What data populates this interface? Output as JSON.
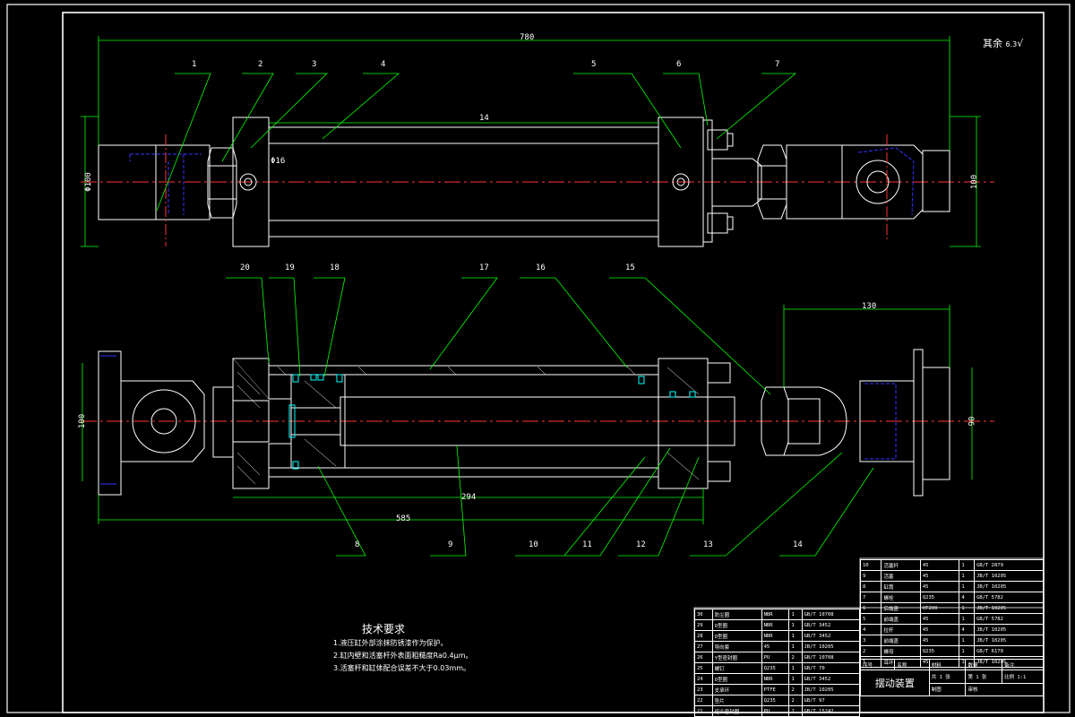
{
  "drawing": {
    "roughness_note": "其余",
    "roughness_value": "6.3",
    "top_view_dims": {
      "overall": "780",
      "left_height": "Φ100",
      "right_height": "100",
      "tube": "14",
      "pin": "Φ16"
    },
    "bottom_view_dims": {
      "right_length": "130",
      "left_height": "100",
      "right_height": "90",
      "inner_length": "294",
      "overall": "585"
    },
    "top_labels": [
      "1",
      "2",
      "3",
      "4",
      "5",
      "6",
      "7"
    ],
    "mid_labels": [
      "20",
      "19",
      "18",
      "17",
      "16",
      "15"
    ],
    "bottom_labels": [
      "8",
      "9",
      "10",
      "11",
      "12",
      "13",
      "14"
    ]
  },
  "tech_requirements": {
    "title": "技术要求",
    "lines": [
      "1.液压缸外部涂抹防锈漆作为保护。",
      "2.缸内壁和活塞杆外表面粗糙度Ra0.4μm。",
      "3.活塞杆和缸体配合误差不大于0.03mm。"
    ]
  },
  "bom_right": {
    "rows": [
      [
        "10",
        "活塞杆",
        "45",
        "1",
        "GB/T 2879"
      ],
      [
        "9",
        "活塞",
        "45",
        "1",
        "JB/T 10205"
      ],
      [
        "8",
        "缸筒",
        "45",
        "1",
        "JB/T 10205"
      ],
      [
        "7",
        "螺栓",
        "Q235",
        "4",
        "GB/T 5782"
      ],
      [
        "6",
        "后端盖",
        "HT200",
        "1",
        "JB/T 10205"
      ],
      [
        "5",
        "前端盖",
        "45",
        "1",
        "GB/T 5782"
      ],
      [
        "4",
        "拉杆",
        "45",
        "4",
        "JB/T 10205"
      ],
      [
        "3",
        "前端盖",
        "45",
        "1",
        "JB/T 10205"
      ],
      [
        "2",
        "螺母",
        "Q235",
        "1",
        "GB/T 6170"
      ],
      [
        "1",
        "耳环",
        "45",
        "1",
        "JB/T 10205"
      ]
    ]
  },
  "bom_left": {
    "rows": [
      [
        "30",
        "防尘圈",
        "NBR",
        "1",
        "GB/T 10708"
      ],
      [
        "29",
        "O型圈",
        "NBR",
        "1",
        "GB/T 3452"
      ],
      [
        "28",
        "O型圈",
        "NBR",
        "1",
        "GB/T 3452"
      ],
      [
        "27",
        "导向套",
        "45",
        "1",
        "JB/T 10205"
      ],
      [
        "26",
        "Y型密封圈",
        "PU",
        "2",
        "GB/T 10708"
      ],
      [
        "25",
        "螺钉",
        "Q235",
        "1",
        "GB/T 70"
      ],
      [
        "24",
        "O型圈",
        "NBR",
        "1",
        "GB/T 3452"
      ],
      [
        "23",
        "支承环",
        "PTFE",
        "2",
        "JB/T 10205"
      ],
      [
        "22",
        "垫片",
        "Q235",
        "2",
        "GB/T 97"
      ],
      [
        "21",
        "组合密封圈",
        "PU",
        "2",
        "GB/T 15242"
      ]
    ]
  },
  "title_block": {
    "name": "摆动装置",
    "header": [
      "序号",
      "名称",
      "材料",
      "数量",
      "备注"
    ],
    "scale_label": "比例",
    "scale": "1:1",
    "sheet": "共 1 张",
    "sheet_no": "第 1 张",
    "drawn": "制图",
    "checked": "审核"
  }
}
